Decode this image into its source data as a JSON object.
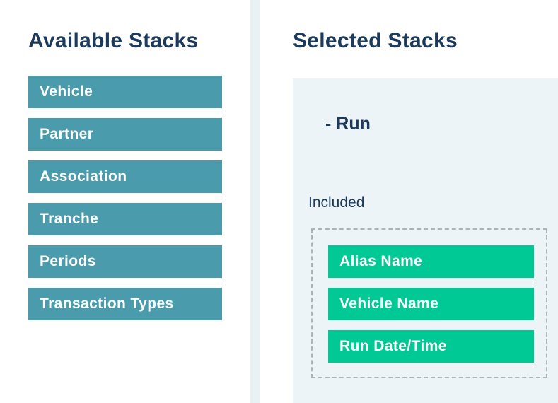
{
  "available": {
    "heading": "Available Stacks",
    "items": [
      {
        "label": "Vehicle"
      },
      {
        "label": "Partner"
      },
      {
        "label": "Association"
      },
      {
        "label": "Tranche"
      },
      {
        "label": "Periods"
      },
      {
        "label": "Transaction Types"
      }
    ]
  },
  "selected": {
    "heading": "Selected Stacks",
    "group_title": "- Run",
    "included_label": "Included",
    "included_items": [
      {
        "label": "Alias Name"
      },
      {
        "label": "Vehicle Name"
      },
      {
        "label": "Run Date/Time"
      }
    ]
  },
  "colors": {
    "heading_text": "#1b3a5c",
    "available_item_bg": "#4a9bac",
    "included_item_bg": "#00c995",
    "panel_bg": "#ecf4f7",
    "divider": "#e9f1f4",
    "dashed_border": "#a9b4bb"
  }
}
